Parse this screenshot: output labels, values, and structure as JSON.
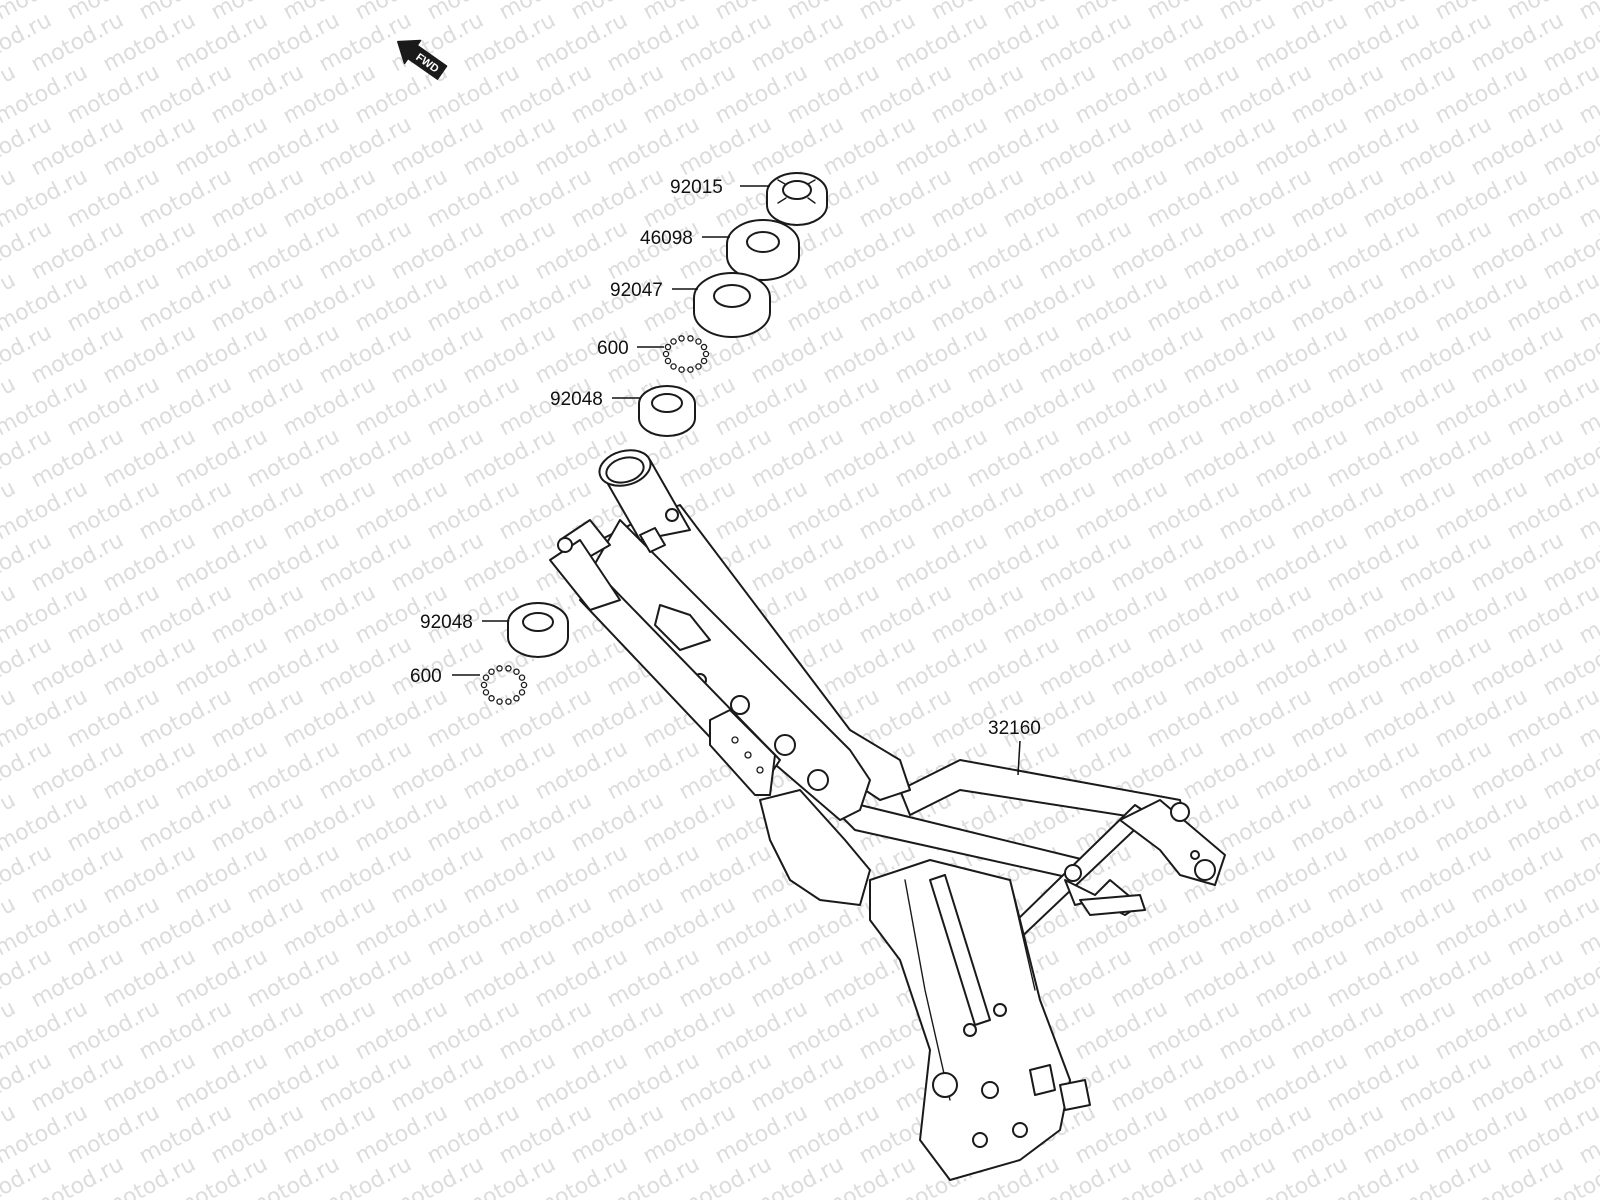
{
  "watermark": {
    "text": "motod.ru"
  },
  "direction_arrow": {
    "label": "FWD",
    "icon": "fwd-arrow-icon"
  },
  "parts": [
    {
      "id": "nut",
      "number": "92015"
    },
    {
      "id": "washer",
      "number": "46098"
    },
    {
      "id": "upper-cone",
      "number": "92047"
    },
    {
      "id": "upper-balls",
      "number": "600"
    },
    {
      "id": "upper-race",
      "number": "92048"
    },
    {
      "id": "lower-race",
      "number": "92048"
    },
    {
      "id": "lower-balls",
      "number": "600"
    },
    {
      "id": "frame",
      "number": "32160"
    }
  ]
}
